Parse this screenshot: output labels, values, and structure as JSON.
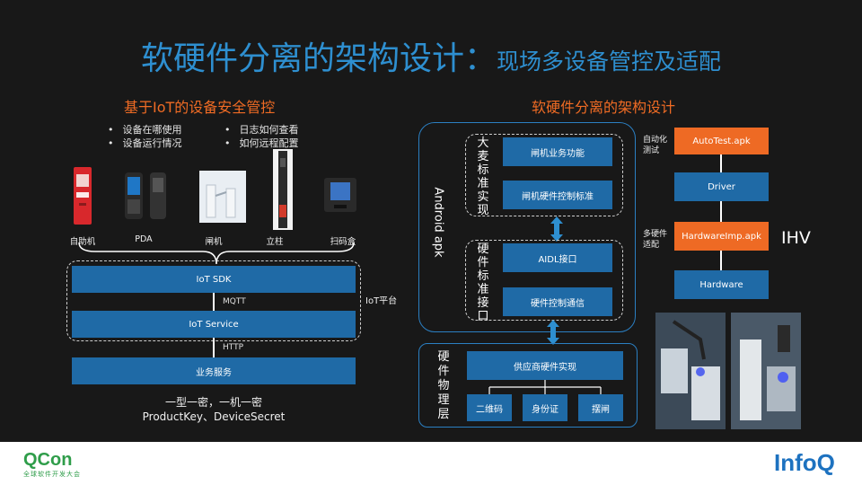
{
  "title": {
    "main": "软硬件分离的架构设计：",
    "sub": "现场多设备管控及适配"
  },
  "left": {
    "heading": "基于IoT的设备安全管控",
    "bullets_col1": [
      "设备在哪使用",
      "设备运行情况"
    ],
    "bullets_col2": [
      "日志如何查看",
      "如何远程配置"
    ],
    "devices": [
      "自助机",
      "PDA",
      "闸机",
      "立柱",
      "扫码盒"
    ],
    "iot_sdk": "IoT SDK",
    "mqtt": "MQTT",
    "iot_service": "IoT Service",
    "http": "HTTP",
    "biz_service": "业务服务",
    "iot_platform": "IoT平台",
    "footnote_line1": "一型一密，一机一密",
    "footnote_line2": "ProductKey、DeviceSecret"
  },
  "right": {
    "heading": "软硬件分离的架构设计",
    "android_apk": "Android apk",
    "layer1_title": [
      "大",
      "麦",
      "标",
      "准",
      "实",
      "现"
    ],
    "layer1_boxes": [
      "闸机业务功能",
      "闸机硬件控制标准"
    ],
    "layer2_title": [
      "硬",
      "件",
      "标",
      "准",
      "接",
      "口"
    ],
    "layer2_boxes": [
      "AIDL接口",
      "硬件控制通信"
    ],
    "phys_title": [
      "硬",
      "件",
      "物",
      "理",
      "层"
    ],
    "vendor_impl": "供应商硬件实现",
    "hw_items": [
      "二维码",
      "身份证",
      "摆闸"
    ],
    "auto_test_label": "自动化\n测试",
    "multi_hw_label": "多硬件\n适配",
    "stack": [
      "AutoTest.apk",
      "Driver",
      "HardwareImp.apk",
      "Hardware"
    ],
    "ihv": "IHV"
  },
  "footer": {
    "qcon": "QCon",
    "qcon_sub": "全球软件开发大会",
    "infoq": "InfoQ"
  },
  "colors": {
    "accent_blue": "#2e8fd0",
    "box_blue": "#1f6aa6",
    "orange": "#ee6a24",
    "qcon_green": "#2f9d4a",
    "infoq_blue": "#1d72c0"
  }
}
